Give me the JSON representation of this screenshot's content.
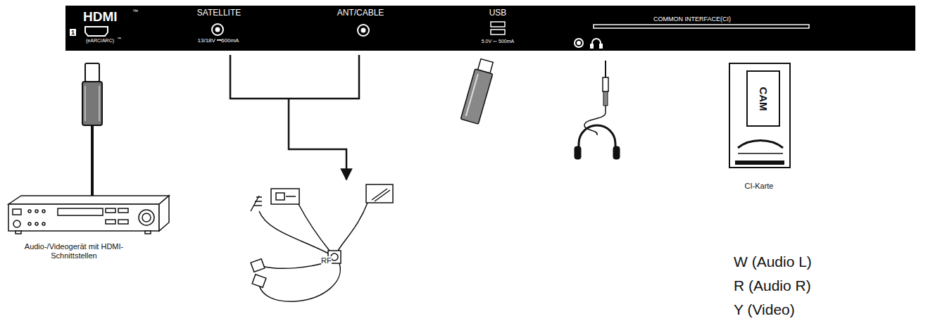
{
  "diagram": {
    "nodes": [
      {
        "text": [
          "CAM"
        ]
      }
    ],
    "labels": [
      "HDMI",
      "™",
      "1",
      "(eARC/ARC)",
      "™",
      "SATELLITE",
      "13/18V ⎓600mA",
      "ANT/CABLE",
      "USB",
      "5.0V ⎓ 500mA",
      "COMMON INTERFACE(CI)",
      "Audio-/Videogerät mit HDMI-Schnittstellen",
      "RF",
      "CI-Karte",
      "W (Audio L)",
      "R (Audio R)",
      "Y (Video)"
    ]
  }
}
